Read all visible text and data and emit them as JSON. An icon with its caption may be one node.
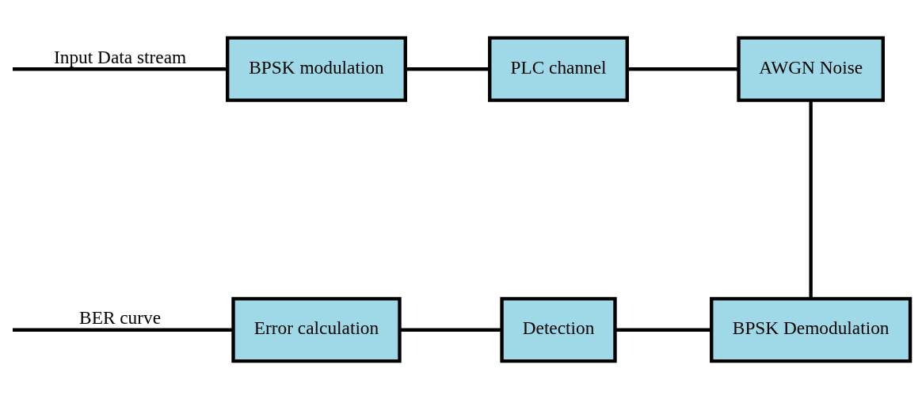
{
  "diagram": {
    "nodes": [
      {
        "text": [
          "BPSK modulation"
        ]
      },
      {
        "text": [
          "PLC channel"
        ]
      },
      {
        "text": [
          "AWGN Noise"
        ]
      },
      {
        "text": [
          "BPSK Demodulation"
        ]
      },
      {
        "text": [
          "Detection"
        ]
      },
      {
        "text": [
          "Error calculation"
        ]
      }
    ],
    "edges": [
      {
        "from": null,
        "to": 0,
        "arrow": "none",
        "label": "Input Data stream"
      },
      {
        "from": 0,
        "to": 1,
        "arrow": "none"
      },
      {
        "from": 1,
        "to": 2,
        "arrow": "none"
      },
      {
        "from": 2,
        "to": 3,
        "arrow": "none"
      },
      {
        "from": 3,
        "to": 4,
        "arrow": "none"
      },
      {
        "from": 4,
        "to": 5,
        "arrow": "none"
      },
      {
        "from": 5,
        "to": null,
        "arrow": "none",
        "label": "BER curve"
      }
    ]
  }
}
